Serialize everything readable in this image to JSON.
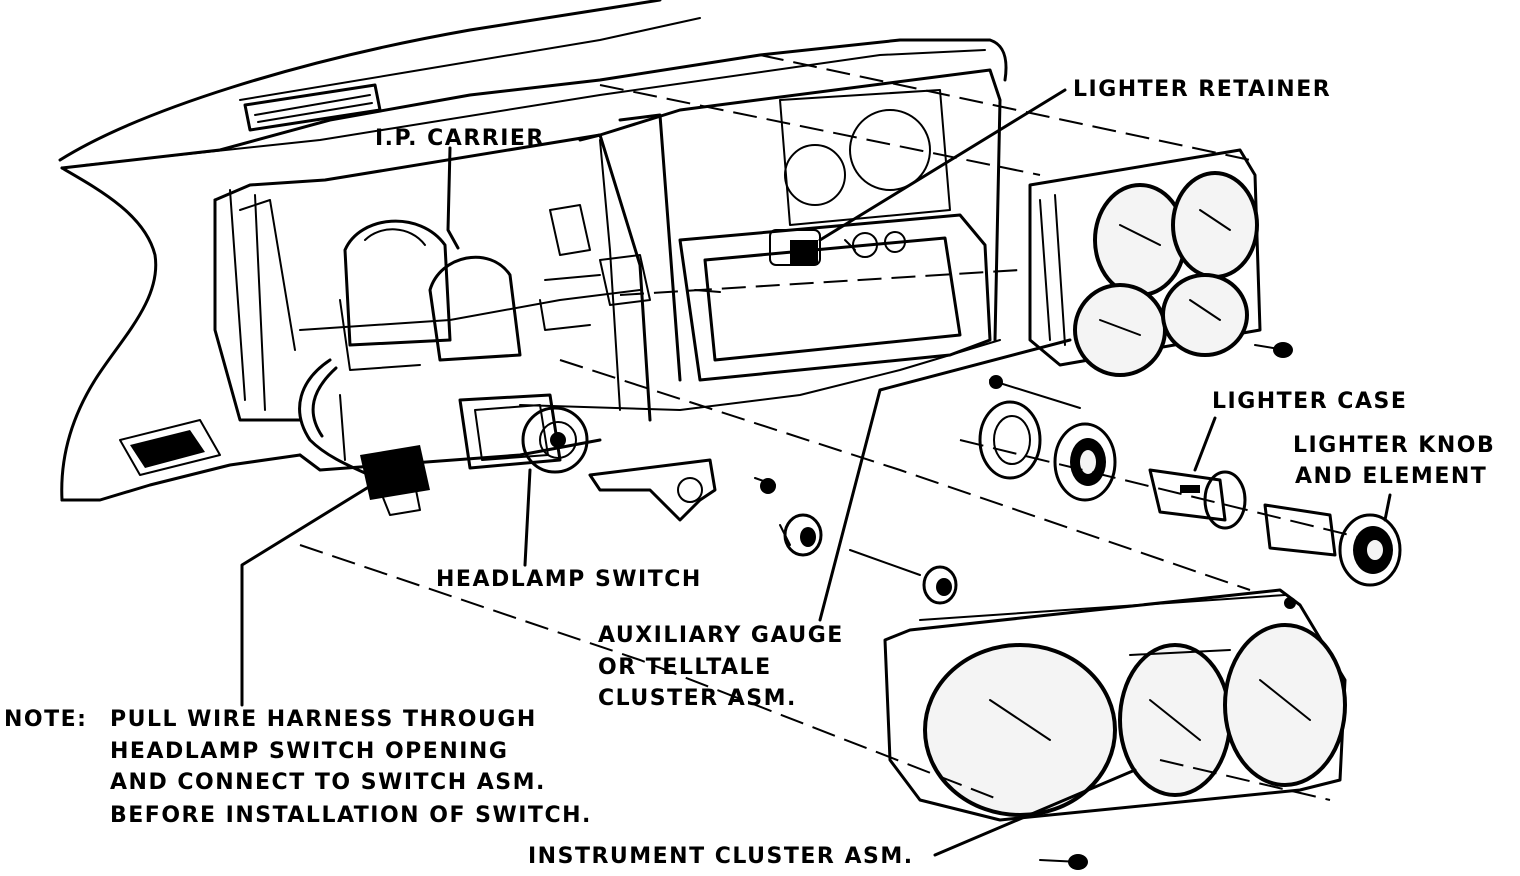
{
  "labels": {
    "lighter_retainer": "LIGHTER RETAINER",
    "ip_carrier": "I.P. CARRIER",
    "lighter_case": "LIGHTER CASE",
    "lighter_knob_1": "LIGHTER KNOB",
    "lighter_knob_2": "AND ELEMENT",
    "headlamp_switch": "HEADLAMP SWITCH",
    "aux_gauge_1": "AUXILIARY GAUGE",
    "aux_gauge_2": "OR TELLTALE",
    "aux_gauge_3": "CLUSTER ASM.",
    "note_prefix": "NOTE:",
    "note_1": "PULL WIRE HARNESS THROUGH",
    "note_2": "HEADLAMP SWITCH OPENING",
    "note_3": "AND CONNECT TO SWITCH ASM.",
    "note_4": "BEFORE INSTALLATION OF SWITCH.",
    "instrument_cluster": "INSTRUMENT CLUSTER ASM."
  }
}
